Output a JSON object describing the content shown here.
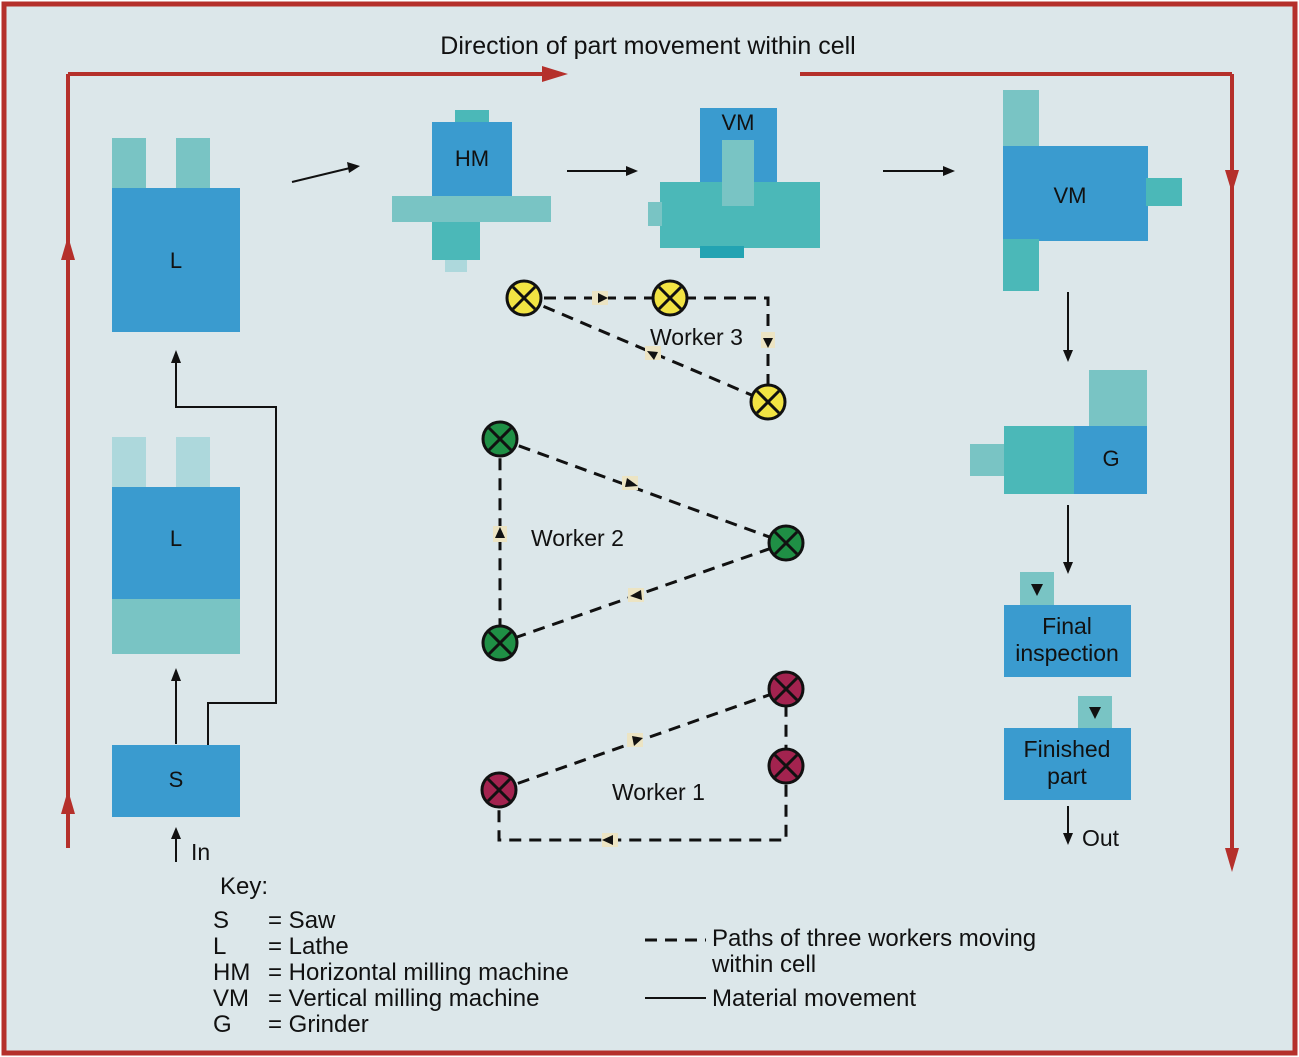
{
  "direction_label": "Direction of part movement within cell",
  "machines": {
    "lathe_top": "L",
    "lathe_bottom": "L",
    "saw": "S",
    "horizontal_mill": "HM",
    "vertical_mill_center": "VM",
    "vertical_mill_right": "VM",
    "grinder": "G",
    "final_inspection_line1": "Final",
    "final_inspection_line2": "inspection",
    "finished_part_line1": "Finished",
    "finished_part_line2": "part"
  },
  "in_label": "In",
  "out_label": "Out",
  "workers": {
    "worker1": "Worker 1",
    "worker2": "Worker 2",
    "worker3": "Worker 3"
  },
  "key": {
    "title": "Key:",
    "entries": [
      {
        "abbr": "S",
        "desc": "= Saw"
      },
      {
        "abbr": "L",
        "desc": "= Lathe"
      },
      {
        "abbr": "HM",
        "desc": "= Horizontal milling machine"
      },
      {
        "abbr": "VM",
        "desc": "= Vertical milling machine"
      },
      {
        "abbr": "G",
        "desc": "= Grinder"
      }
    ],
    "legend_dashed_line1": "Paths of three workers moving",
    "legend_dashed_line2": "within cell",
    "legend_solid": "Material movement"
  },
  "colors": {
    "background": "#dce7ea",
    "frame": "#b5302b",
    "machine_blue": "#3a9bcf",
    "machine_light": "#79c4c4",
    "machine_teal": "#4bb8b8",
    "worker1": "#a3234f",
    "worker2": "#1f8f45",
    "worker3": "#f2e443"
  }
}
